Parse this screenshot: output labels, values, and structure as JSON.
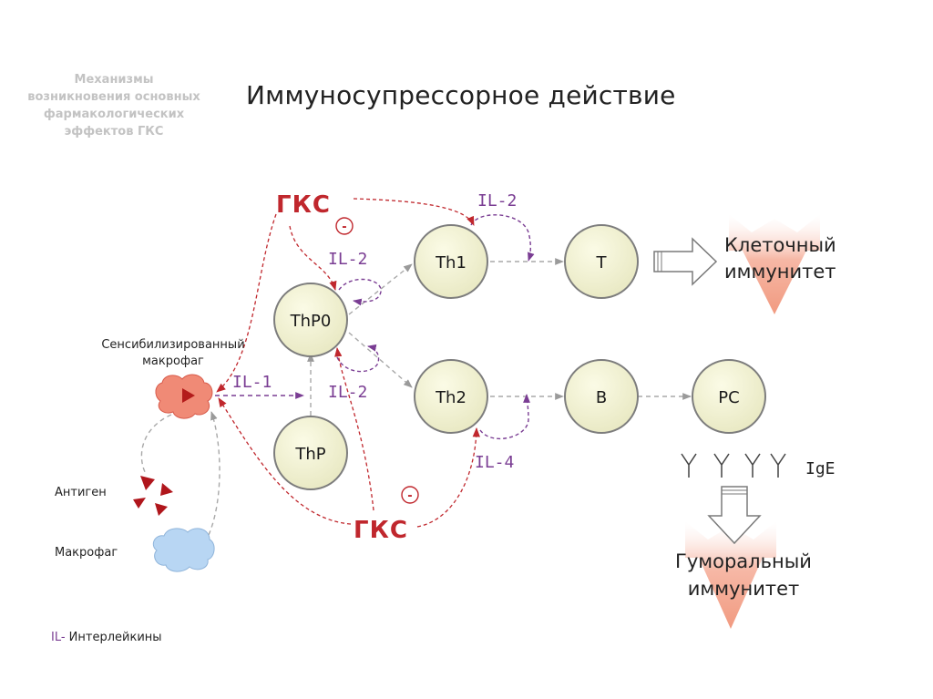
{
  "side_title": "Механизмы\nвозникновения основных\nфармакологических\nэффектов ГКС",
  "title": "Иммуносупрессорное действие",
  "cells": {
    "thp0": "ThP0",
    "thp": "ThP",
    "th1": "Th1",
    "th2": "Th2",
    "t": "T",
    "b": "B",
    "pc": "PC"
  },
  "interleukins": {
    "il1": "IL-1",
    "il2_thp0": "IL-2",
    "il2_thp0_lower": "IL-2",
    "il2_th1": "IL-2",
    "il4": "IL-4"
  },
  "gks": {
    "top": "ГКС",
    "bottom": "ГКС",
    "minus": "-"
  },
  "labels": {
    "sensitized_macrophage_line1": "Сенсибилизированный",
    "sensitized_macrophage_line2": "макрофаг",
    "antigen": "Антиген",
    "macrophage": "Макрофаг",
    "cellular_line1": "Клеточный",
    "cellular_line2": "иммунитет",
    "humoral_line1": "Гуморальный",
    "humoral_line2": "иммунитет",
    "ige": "IgE"
  },
  "legend": {
    "key": "IL-",
    "text": " Интерлейкины"
  },
  "colors": {
    "cell_fill": "#f1f1d0",
    "gks_red": "#c0272d",
    "interleukin_purple": "#7a3d93",
    "gray_arrow": "#a8a8a8",
    "immunity_arrow": "#f3a896",
    "macrophage_blue": "#b8d6f3"
  }
}
